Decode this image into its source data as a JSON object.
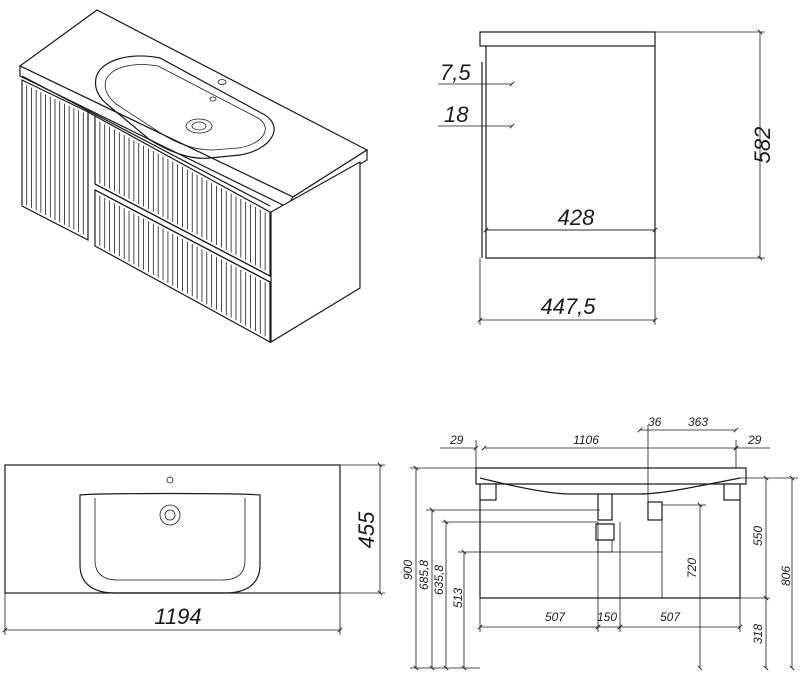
{
  "dimensions": {
    "side_view": {
      "depth_label": "7,5",
      "gap_label": "18",
      "height_label": "582",
      "inner_depth_label": "428",
      "total_depth_label": "447,5"
    },
    "top_view": {
      "depth_label": "455",
      "width_label": "1194"
    },
    "front_view": {
      "edge_left_label": "29",
      "span_label": "1106",
      "offset_label": "36",
      "right_section_label": "363",
      "edge_right_label": "29",
      "height_900": "900",
      "height_685": "685,8",
      "height_635": "635,8",
      "height_513": "513",
      "height_720": "720",
      "height_550": "550",
      "height_806": "806",
      "height_318": "318",
      "left_seg_label": "507",
      "mid_seg_label": "150",
      "right_seg_label": "507"
    }
  }
}
